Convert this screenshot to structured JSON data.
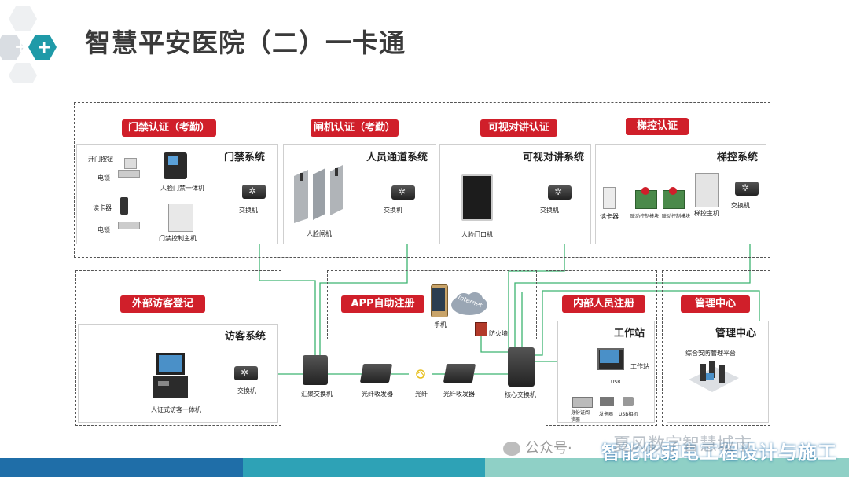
{
  "page": {
    "title": "智慧平安医院（二）一卡通"
  },
  "top_section": {
    "tags": [
      "门禁认证（考勤）",
      "闸机认证（考勤）",
      "可视对讲认证",
      "梯控认证"
    ],
    "access": {
      "system": "门禁系统",
      "labels": [
        "开门按钮",
        "电锁",
        "读卡器",
        "电锁",
        "人脸门禁一体机",
        "门禁控制主机",
        "交换机"
      ]
    },
    "gate": {
      "system": "人员通道系统",
      "labels": [
        "人脸闸机",
        "交换机"
      ]
    },
    "intercom": {
      "system": "可视对讲系统",
      "labels": [
        "人脸门口机",
        "交换机"
      ]
    },
    "elevator": {
      "system": "梯控系统",
      "labels": [
        "读卡器",
        "联动控制模块",
        "联动控制模块",
        "梯控主机",
        "交换机"
      ]
    }
  },
  "visitor": {
    "tag": "外部访客登记",
    "system": "访客系统",
    "labels": [
      "人证式访客一体机",
      "交换机"
    ]
  },
  "app": {
    "tag": "APP自助注册",
    "labels": [
      "手机",
      "Internet",
      "防火墙"
    ]
  },
  "internal": {
    "tag": "内部人员注册",
    "title": "工作站",
    "labels": [
      "工作站",
      "USB",
      "身份证阅读器",
      "发卡器",
      "USB相机"
    ]
  },
  "mgmt": {
    "tag": "管理中心",
    "title": "管理中心",
    "labels": [
      "综合安防管理平台"
    ]
  },
  "backbone": {
    "labels": [
      "汇聚交换机",
      "光纤收发器",
      "光纤",
      "光纤收发器",
      "核心交换机"
    ]
  },
  "footer": {
    "wechat": "公众号·",
    "brand": "智能化弱电工程设计与施工",
    "overlay": "夏风数字智慧城市"
  },
  "colors": {
    "accent": "#d01f2a",
    "line": "#3cb371"
  }
}
